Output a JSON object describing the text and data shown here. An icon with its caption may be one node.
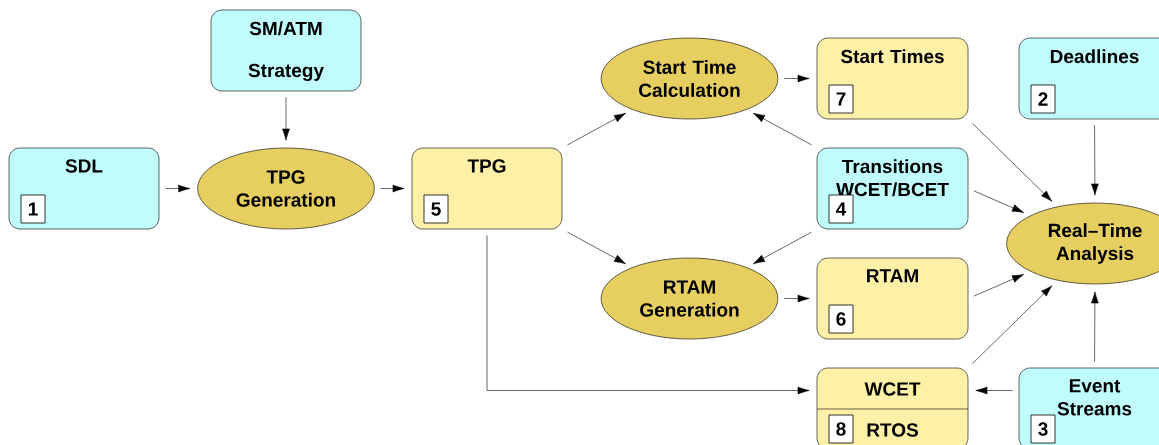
{
  "diagram": {
    "nodes": [
      {
        "text": [
          "SM/ATM Strategy"
        ]
      },
      {
        "text": [
          "SDL"
        ]
      },
      {
        "text": [
          "1"
        ],
        "in": 1
      },
      {
        "text": [
          "TPG Generation"
        ]
      },
      {
        "text": [
          "TPG"
        ]
      },
      {
        "text": [
          "5"
        ],
        "in": 4
      },
      {
        "text": [
          "Start Time Calculation"
        ]
      },
      {
        "text": [
          "RTAM Generation"
        ]
      },
      {
        "text": [
          "Start Times"
        ]
      },
      {
        "text": [
          "7"
        ],
        "in": 8
      },
      {
        "text": [
          "Transitions WCET/BCET"
        ]
      },
      {
        "text": [
          "4"
        ],
        "in": 10
      },
      {
        "text": [
          "RTAM"
        ]
      },
      {
        "text": [
          "6"
        ],
        "in": 12
      },
      {
        "text": [
          "WCET",
          "RTOS"
        ]
      },
      {
        "text": [
          "8"
        ],
        "in": 14
      },
      {
        "text": [
          "Deadlines"
        ]
      },
      {
        "text": [
          "2"
        ],
        "in": 16
      },
      {
        "text": [
          "Real–Time Analysis"
        ]
      },
      {
        "text": [
          "Event Streams"
        ]
      },
      {
        "text": [
          "3"
        ],
        "in": 19
      }
    ],
    "edges": [
      {
        "from": 0,
        "to": 3,
        "arrow": "to"
      },
      {
        "from": 1,
        "to": 3,
        "arrow": "to"
      },
      {
        "from": 3,
        "to": 4,
        "arrow": "to"
      },
      {
        "from": 4,
        "to": 6,
        "arrow": "to"
      },
      {
        "from": 4,
        "to": 7,
        "arrow": "to"
      },
      {
        "from": 4,
        "to": 14,
        "arrow": "to"
      },
      {
        "from": 6,
        "to": 8,
        "arrow": "to"
      },
      {
        "from": 10,
        "to": 6,
        "arrow": "to"
      },
      {
        "from": 10,
        "to": 7,
        "arrow": "to"
      },
      {
        "from": 7,
        "to": 12,
        "arrow": "to"
      },
      {
        "from": 8,
        "to": 18,
        "arrow": "to"
      },
      {
        "from": 16,
        "to": 18,
        "arrow": "to"
      },
      {
        "from": 10,
        "to": 18,
        "arrow": "to"
      },
      {
        "from": 12,
        "to": 18,
        "arrow": "to"
      },
      {
        "from": 14,
        "to": 18,
        "arrow": "to"
      },
      {
        "from": 19,
        "to": 18,
        "arrow": "to"
      },
      {
        "from": 19,
        "to": 14,
        "arrow": "to"
      }
    ]
  }
}
